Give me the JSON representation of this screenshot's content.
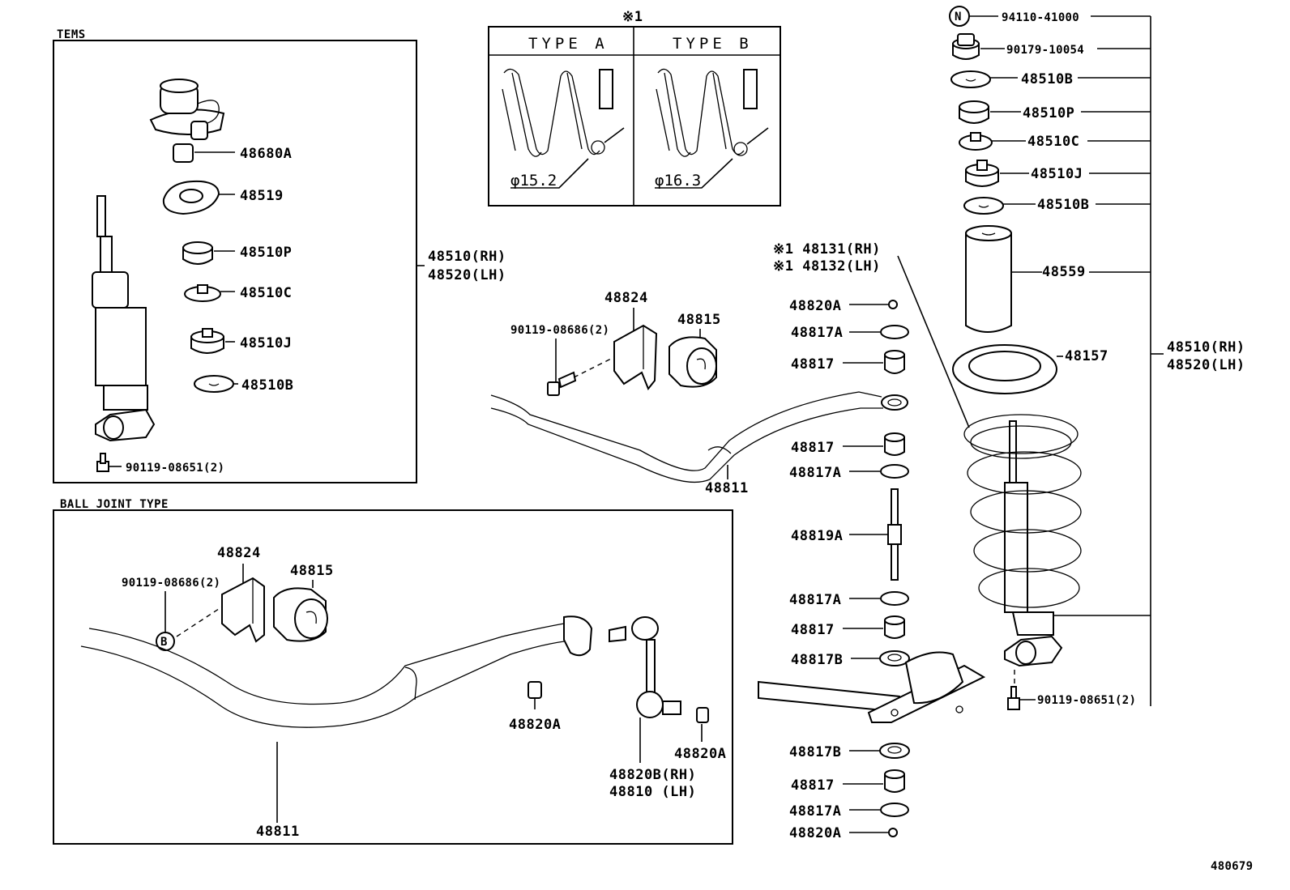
{
  "sections": {
    "tems": "TEMS",
    "ball_joint": "BALL JOINT TYPE",
    "note": "※1"
  },
  "spring_types": {
    "type_a": "TYPE A",
    "type_b": "TYPE B",
    "dia_a": "φ15.2",
    "dia_b": "φ16.3"
  },
  "tems_parts": {
    "p48680a": "48680A",
    "p48519": "48519",
    "p48510p": "48510P",
    "p48510c": "48510C",
    "p48510j": "48510J",
    "p48510b": "48510B",
    "bolt": "90119-08651(2)",
    "assy_rh": "48510(RH)",
    "assy_lh": "48520(LH)"
  },
  "upper_bar": {
    "bolt": "90119-08686(2)",
    "bracket": "48824",
    "bushing": "48815",
    "bar": "48811"
  },
  "ball_joint_parts": {
    "bolt": "90119-08686(2)",
    "bracket": "48824",
    "bushing": "48815",
    "bar": "48811",
    "nut_a": "48820A",
    "nut_b": "48820A",
    "link_rh": "48820B(RH)",
    "link_lh": "48810  (LH)",
    "marker_b": "B"
  },
  "link_stack": {
    "spring_rh": "※1 48131(RH)",
    "spring_lh": "※1 48132(LH)",
    "items": [
      "48820A",
      "48817A",
      "48817",
      "48817",
      "48817A",
      "48819A",
      "48817A",
      "48817",
      "48817B",
      "48817B",
      "48817",
      "48817A",
      "48820A"
    ]
  },
  "strut_stack": {
    "nut_marker": "N",
    "nut": "94110-41000",
    "p90179": "90179-10054",
    "p48510b_top": "48510B",
    "p48510p": "48510P",
    "p48510c": "48510C",
    "p48510j": "48510J",
    "p48510b": "48510B",
    "p48559": "48559",
    "p48157": "48157",
    "assy_rh": "48510(RH)",
    "assy_lh": "48520(LH)",
    "bolt": "90119-08651(2)"
  },
  "figure_id": "480679"
}
